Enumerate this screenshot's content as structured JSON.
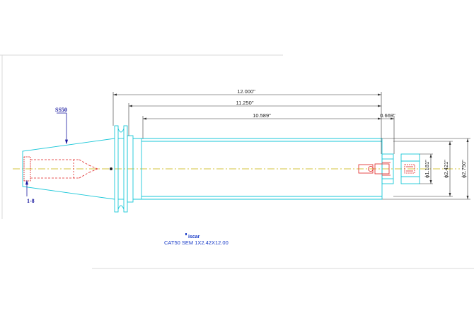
{
  "drawing": {
    "callouts": {
      "taper": "SS50",
      "thread": "1-8"
    },
    "dimensions": {
      "overall_length": "12.000\"",
      "gage_length": "11.250\"",
      "bore_length": "10.589\"",
      "tip_length": "0.669\"",
      "d1": "ϕ1.181\"",
      "d2": "ϕ2.421\"",
      "d3": "ϕ2.750\""
    },
    "logo_text": "iscar",
    "part_description": "CAT50 SEM 1X2.42X12.00",
    "colors": {
      "body": "#19c7d8",
      "centerline": "#c8b400",
      "hidden": "#e02020",
      "callout": "#1a1aa0",
      "dimension": "#333333",
      "caption": "#1a3cc8"
    }
  }
}
